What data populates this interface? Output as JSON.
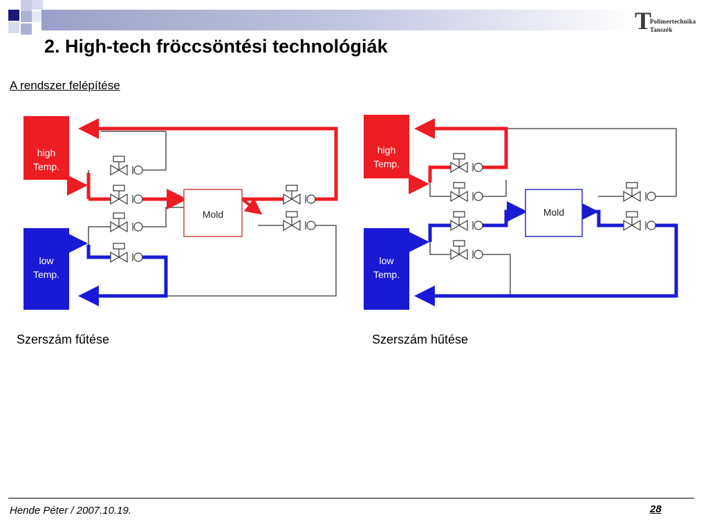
{
  "slide": {
    "title": "2. High-tech fröccsöntési technológiák",
    "subtitle": "A rendszer felépítése"
  },
  "logo": {
    "mark": "T",
    "line1": "Polimertechnika",
    "line2": "Tanszék"
  },
  "diagrams": [
    {
      "caption": "Szerszám fűtése",
      "tank_high": [
        "high",
        "Temp."
      ],
      "tank_low": [
        "low",
        "Temp."
      ],
      "mold": "Mold"
    },
    {
      "caption": "Szerszám hűtése",
      "tank_high": [
        "high",
        "Temp."
      ],
      "tank_low": [
        "low",
        "Temp."
      ],
      "mold": "Mold"
    }
  ],
  "footer": {
    "author_date": "Hende Péter / 2007.10.19.",
    "page": "28"
  },
  "colors": {
    "hot": "#ee1c23",
    "cold": "#1a1ad6",
    "line": "#333333",
    "title_bar": "#9aa0c8"
  }
}
